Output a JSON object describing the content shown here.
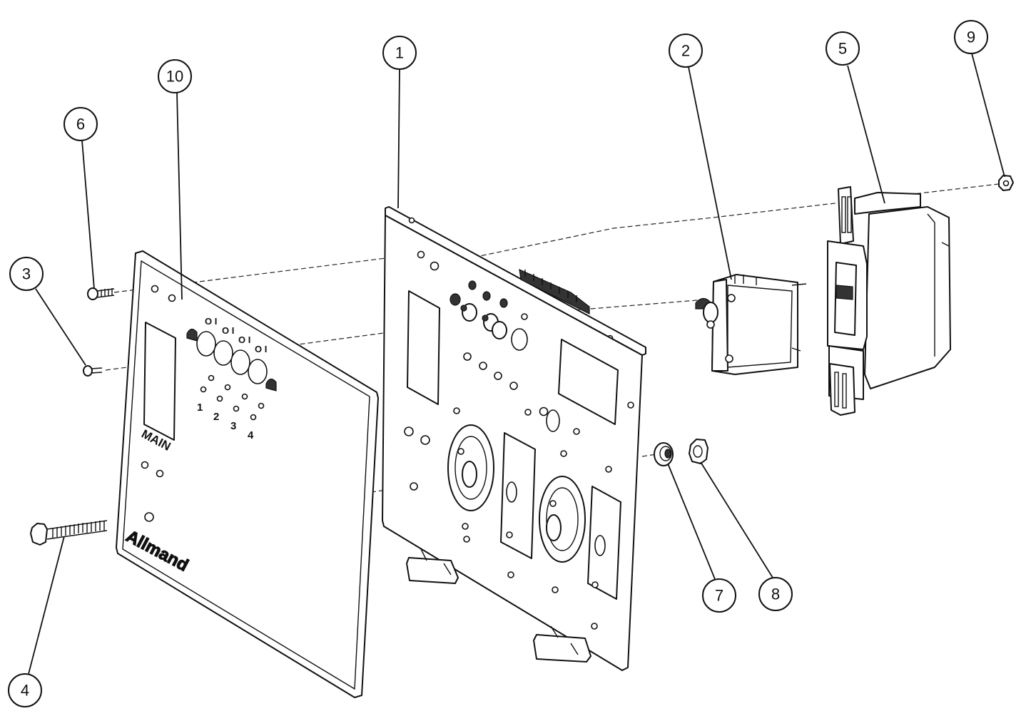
{
  "callouts": [
    {
      "id": "1",
      "label": "1"
    },
    {
      "id": "2",
      "label": "2"
    },
    {
      "id": "3",
      "label": "3"
    },
    {
      "id": "4",
      "label": "4"
    },
    {
      "id": "5",
      "label": "5"
    },
    {
      "id": "6",
      "label": "6"
    },
    {
      "id": "7",
      "label": "7"
    },
    {
      "id": "8",
      "label": "8"
    },
    {
      "id": "9",
      "label": "9"
    },
    {
      "id": "10",
      "label": "10"
    }
  ],
  "decal": {
    "main_label": "MAIN",
    "switch_numbers": [
      "1",
      "2",
      "3",
      "4"
    ],
    "on_off_marks": [
      "O I",
      "O I",
      "O I",
      "O I"
    ],
    "brand_logo": "Allmand"
  }
}
